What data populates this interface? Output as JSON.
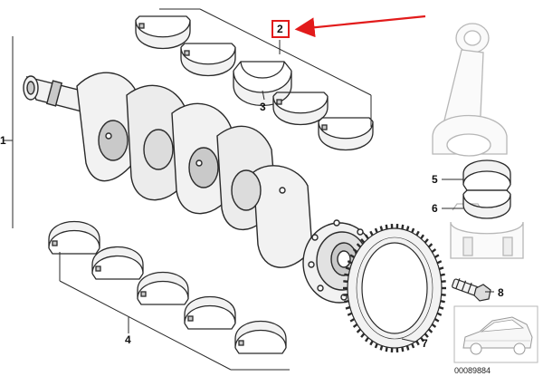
{
  "callouts": {
    "c1": "1",
    "c2": "2",
    "c3": "3",
    "c4": "4",
    "c5": "5",
    "c6": "6",
    "c7": "7",
    "c8": "8"
  },
  "catalog_number": "00089884",
  "colors": {
    "line": "#2a2a2a",
    "fill": "#f2f2f2",
    "shade": "#c9c9c9",
    "highlight": "#e21b1b",
    "ghost": "#b7b7b7"
  }
}
